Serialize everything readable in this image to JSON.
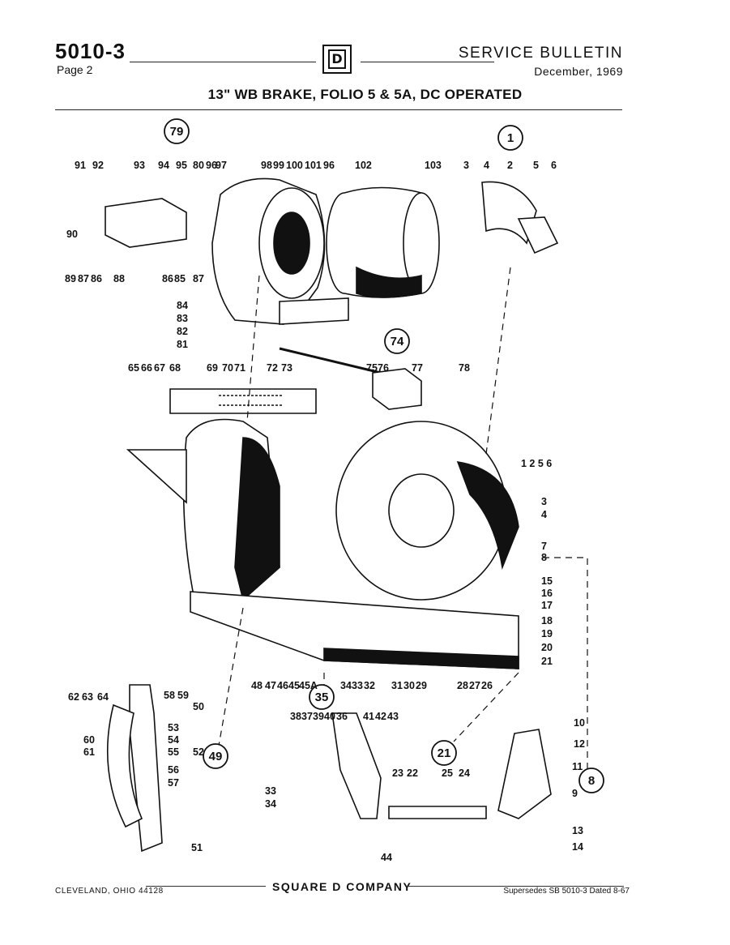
{
  "header": {
    "doc_number": "5010-3",
    "page_label": "Page 2",
    "logo_letter": "D",
    "bulletin_title": "SERVICE BULLETIN",
    "bulletin_date": "December, 1969"
  },
  "title": "13\" WB BRAKE, FOLIO 5 & 5A, DC OPERATED",
  "diagram": {
    "circled_refs": [
      "79",
      "1",
      "74",
      "35",
      "49",
      "21",
      "8"
    ],
    "top_left_labels": [
      "91",
      "92",
      "93",
      "94",
      "95",
      "80",
      "96",
      "97",
      "98",
      "99",
      "100",
      "101",
      "96",
      "102",
      "103"
    ],
    "left_side_labels": [
      "90",
      "89",
      "87",
      "86",
      "88",
      "86",
      "85",
      "87",
      "84",
      "83",
      "82",
      "81"
    ],
    "shoe_labels": [
      "3",
      "4",
      "2",
      "5",
      "6"
    ],
    "mid_labels": [
      "65",
      "66",
      "67",
      "68",
      "69",
      "70",
      "71",
      "72",
      "73",
      "75",
      "76",
      "77",
      "78"
    ],
    "right_labels": [
      "1 2 5 6",
      "3",
      "4",
      "7",
      "8",
      "15",
      "16",
      "17",
      "18",
      "19",
      "20",
      "21"
    ],
    "bottom_center_labels": [
      "48",
      "47",
      "46",
      "45",
      "45A",
      "34",
      "33",
      "32",
      "31",
      "30",
      "29",
      "28",
      "27",
      "26"
    ],
    "bottom_left_labels": [
      "58",
      "59",
      "62",
      "63",
      "64",
      "50",
      "53",
      "60",
      "54",
      "61",
      "55",
      "52",
      "56",
      "57",
      "51"
    ],
    "bottom_mid_labels": [
      "38",
      "37",
      "39",
      "40",
      "36",
      "41",
      "42",
      "43",
      "33",
      "34",
      "23",
      "22",
      "25",
      "24",
      "44"
    ],
    "bottom_right_labels": [
      "10",
      "12",
      "11",
      "9",
      "13",
      "14"
    ]
  },
  "footer": {
    "location": "CLEVELAND, OHIO 44128",
    "company": "SQUARE D COMPANY",
    "supersedes": "Supersedes SB 5010-3 Dated 8-67"
  }
}
